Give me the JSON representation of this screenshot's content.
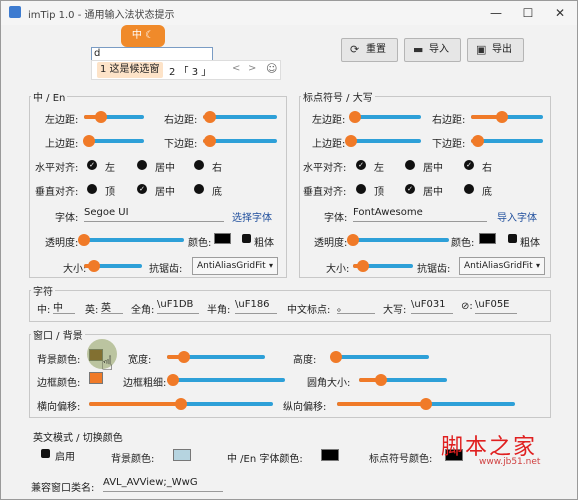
{
  "window": {
    "title": "imTip 1.0 - 通用输入法状态提示",
    "min": "—",
    "max": "☐",
    "close": "✕"
  },
  "ime": {
    "badge": "中 ☾",
    "input_value": "d",
    "candidate_first": "1 这是候选窗",
    "candidate_rest": "2 「 3 」",
    "prev": "<",
    "next": ">",
    "emoji": "☺"
  },
  "toolbar": {
    "reset": "重置",
    "import": "导入",
    "export": "导出"
  },
  "group_cn": {
    "title": "中 / En",
    "left_margin": "左边距:",
    "right_margin": "右边距:",
    "top_margin": "上边距:",
    "bottom_margin": "下边距:",
    "halign": "水平对齐:",
    "valign": "垂直对齐:",
    "left": "左",
    "center": "居中",
    "right": "右",
    "top": "顶",
    "middle": "居中",
    "bottom": "底",
    "font_label": "字体:",
    "font_value": "Segoe UI",
    "font_button": "选择字体",
    "opacity": "透明度:",
    "color": "颜色:",
    "bold": "粗体",
    "size": "大小:",
    "aa": "抗锯齿:",
    "aa_value": "AntiAliasGridFit",
    "sliders": {
      "left_margin": 0.28,
      "right_margin": 0.1,
      "top_margin": 0.08,
      "bottom_margin": 0.1,
      "opacity": 0.0,
      "size": 0.18
    }
  },
  "group_punc": {
    "title": "标点符号 / 大写",
    "left_margin": "左边距:",
    "right_margin": "右边距:",
    "top_margin": "上边距:",
    "bottom_margin": "下边距:",
    "halign": "水平对齐:",
    "valign": "垂直对齐:",
    "left": "左",
    "center": "居中",
    "right": "右",
    "top": "顶",
    "middle": "居中",
    "bottom": "底",
    "font_label": "字体:",
    "font_value": "FontAwesome",
    "font_button": "导入字体",
    "opacity": "透明度:",
    "color": "颜色:",
    "bold": "粗体",
    "size": "大小:",
    "aa": "抗锯齿:",
    "aa_value": "AntiAliasGridFit",
    "sliders": {
      "left_margin": 0.05,
      "right_margin": 0.43,
      "top_margin": 0.0,
      "bottom_margin": 0.1,
      "opacity": 0.0,
      "size": 0.17
    }
  },
  "chars": {
    "title": "字符",
    "zh_label": "中:",
    "zh_value": "中",
    "en_label": "英:",
    "en_value": "英",
    "full_label": "全角:",
    "full_value": "\\uF1DB",
    "half_label": "半角:",
    "half_value": "\\uF186",
    "punc_label": "中文标点:",
    "punc_value": "。",
    "caps_label": "大写:",
    "caps_value": "\\uF031",
    "off_label": "⊘:",
    "off_value": "\\uF05E"
  },
  "window_bg": {
    "title": "窗口 / 背景",
    "bg_color": "背景颜色:",
    "width": "宽度:",
    "height": "高度:",
    "border_color": "边框颜色:",
    "border_width": "边框粗细:",
    "radius": "圆角大小:",
    "x_offset": "横向偏移:",
    "y_offset": "纵向偏移:",
    "sliders": {
      "width": 0.17,
      "height": 0.05,
      "border_width": 0.0,
      "radius": 0.25,
      "x_offset": 0.5,
      "y_offset": 0.5
    }
  },
  "en_mode": {
    "title": "英文模式 / 切换颜色",
    "enable": "启用",
    "bg_color": "背景颜色:",
    "font_color": "中 /En 字体颜色:",
    "punc_color": "标点符号颜色:"
  },
  "compat": {
    "label": "兼容窗口类名:",
    "value": "AVL_AVView;_WwG"
  },
  "watermark": {
    "title": "脚本之家",
    "url": "www.jb51.net"
  },
  "colors": {
    "accent": "#f07a28",
    "track": "#2ea0d8",
    "badge": "#f08a2a",
    "swatch_blue": "#b6d4e0"
  }
}
